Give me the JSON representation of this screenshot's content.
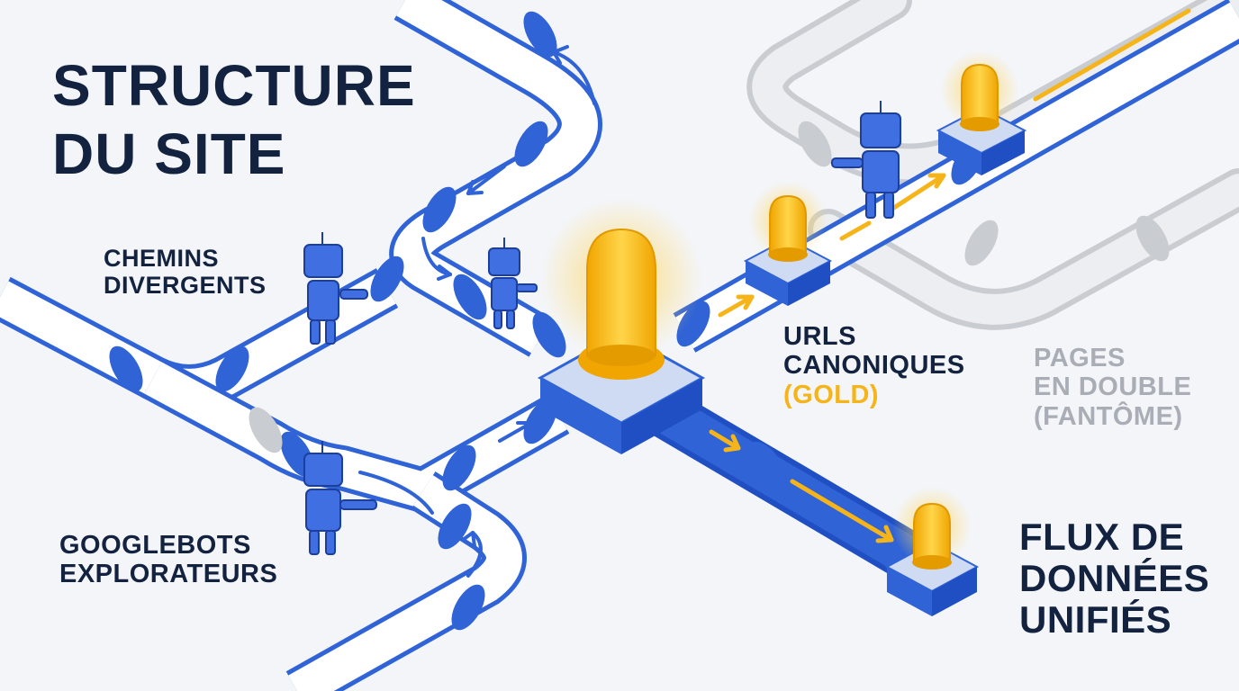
{
  "title": [
    "STRUCTURE",
    "DU SITE"
  ],
  "labels": {
    "divergent_paths": [
      "CHEMINS",
      "DIVERGENTS"
    ],
    "googlebots": [
      "GOOGLEBOTS",
      "EXPLORATEURS"
    ],
    "canonical_urls": [
      "URLS",
      "CANONIQUES"
    ],
    "canonical_gold": "(GOLD)",
    "duplicate_pages": [
      "PAGES",
      "EN DOUBLE",
      "(FANTÔME)"
    ],
    "unified_flow": [
      "FLUX DE",
      "DONNÉES",
      "UNIFIÉS"
    ]
  },
  "colors": {
    "navy": "#13223f",
    "pipe_blue": "#2f63d6",
    "pipe_light": "#e8eef9",
    "gold": "#f5b41a",
    "ghost": "#c9ccd1"
  },
  "icons": [
    "robot-icon",
    "beacon-icon",
    "flow-arrow-icon"
  ]
}
